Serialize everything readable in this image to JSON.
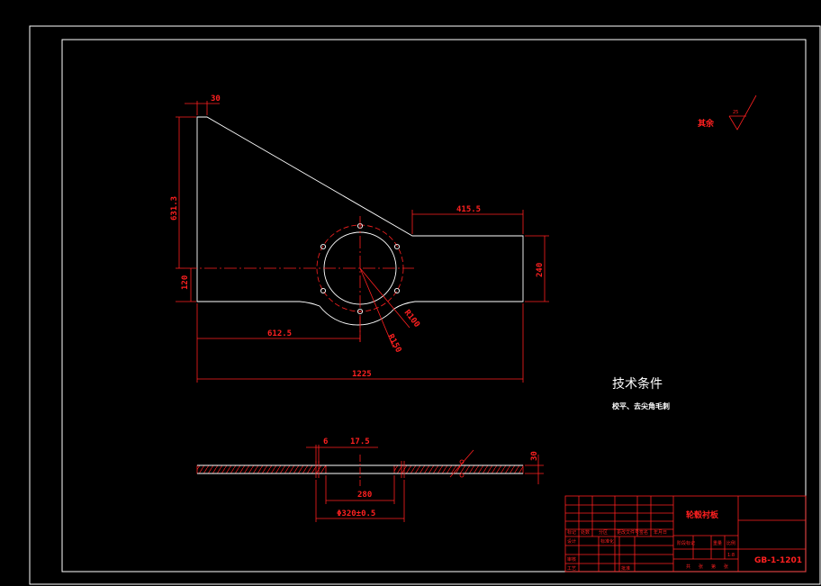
{
  "dimensions": {
    "top_offset": "30",
    "height_left": "631.3",
    "width_right": "415.5",
    "height_right": "240",
    "height_bottom": "120",
    "half_width": "612.5",
    "total_width": "1225",
    "radius_outer": "R150",
    "radius_inner": "R100"
  },
  "surface_finish": {
    "label": "其余",
    "value": "25"
  },
  "technical": {
    "title": "技术条件",
    "note": "校平、去尖角毛刺"
  },
  "section_view": {
    "slot_left": "6",
    "offset": "17.5",
    "thickness": "30",
    "inner_dia": "280",
    "outer_dia": "Φ320±0.5"
  },
  "title_block": {
    "part_name": "轮毂衬板",
    "drawing_no": "GB-1-1201",
    "scale": "1:8",
    "row_labels": [
      "标记",
      "处数",
      "分区",
      "更改文件号",
      "签名",
      "年月日"
    ],
    "design_labels": [
      "设计",
      "标准化",
      "阶段标记",
      "重量",
      "比例"
    ],
    "approval_labels": [
      "审核",
      "工艺",
      "批准"
    ],
    "sheet_labels": [
      "共",
      "张",
      "第",
      "张"
    ],
    "stage_label": "阶段标记"
  }
}
